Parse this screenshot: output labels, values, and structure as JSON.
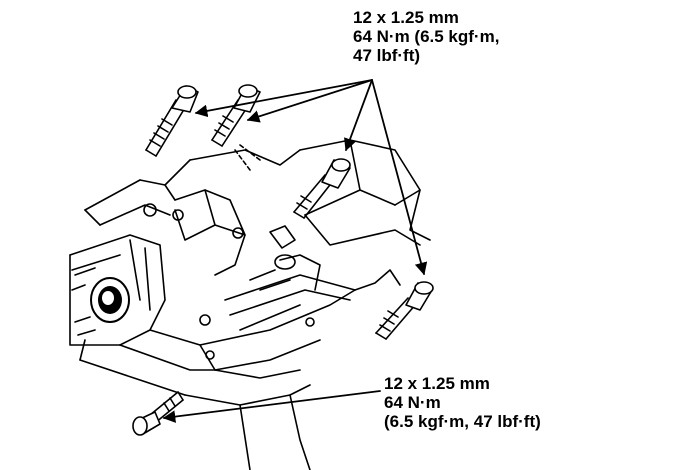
{
  "callouts": {
    "top": {
      "line1": "12 x 1.25 mm",
      "line2": "64 N·m (6.5 kgf·m,",
      "line3": "47 lbf·ft)"
    },
    "bottom": {
      "line1": "12 x 1.25 mm",
      "line2": "64 N·m",
      "line3": "(6.5 kgf·m, 47 lbf·ft)"
    }
  },
  "colors": {
    "ink": "#000000",
    "paper": "#ffffff"
  }
}
